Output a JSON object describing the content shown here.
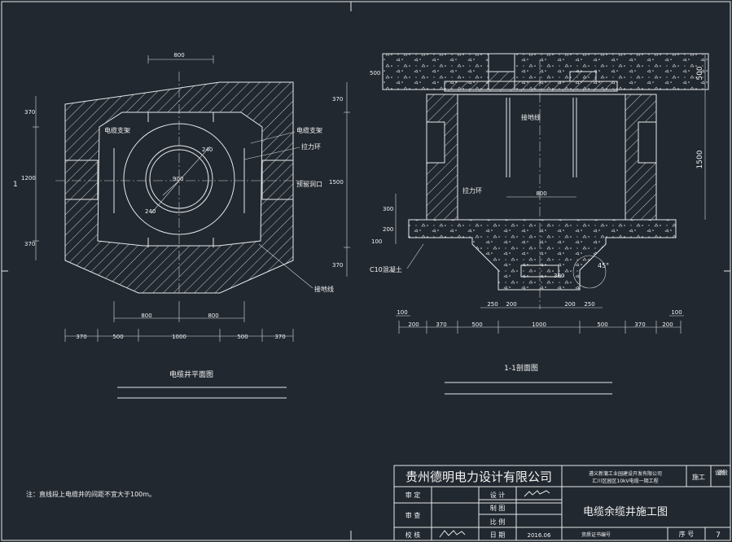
{
  "plan": {
    "title": "电缆井平面图",
    "labels": {
      "cable_bracket_left": "电缆支架",
      "cable_bracket_right": "电缆支架",
      "pull_ring": "拉力环",
      "reserved_hole": "预留洞口",
      "ground_wire": "接地线",
      "marker_1": "1"
    },
    "dims": {
      "top": "800",
      "left_top": "370",
      "left_mid": "1200",
      "left_bot": "370",
      "right_top": "370",
      "right_mid": "1500",
      "right_bot": "370",
      "r1": "240",
      "r2": "240",
      "d": "900",
      "bottom_row1": [
        "800",
        "800"
      ],
      "bottom_row2": [
        "370",
        "500",
        "1000",
        "500",
        "370"
      ]
    }
  },
  "section": {
    "title": "1-1剖面图",
    "labels": {
      "ground_wire": "接地线",
      "pull_ring": "拉力环",
      "c10": "C10混凝土",
      "angle": "45°"
    },
    "dims": {
      "left_top": "500",
      "right_top": "500",
      "right_mid": "1500",
      "left_300": "300",
      "left_200": "200",
      "left_100": "100",
      "inner_800": "800",
      "pit_300": "300",
      "row_a": [
        "250",
        "200",
        "200",
        "250"
      ],
      "row_b_left": "100",
      "row_b_right": "100",
      "row_c": [
        "200",
        "370",
        "500",
        "1000",
        "500",
        "370",
        "200"
      ]
    }
  },
  "note": "注：直线段上电缆井的间距不宜大于100m。",
  "title_block": {
    "company": "贵州德明电力设计有限公司",
    "project_line1": "遵义新蒲工业园建设开发有限公司",
    "project_line2": "汇川区园区10kV电缆一期工程",
    "stage_label": "施工",
    "stage_header": "设计阶段",
    "rows": {
      "review": "审 定",
      "check": "审 查",
      "proof": "校 核",
      "design": "设 计",
      "draw": "制 图",
      "scale": "比 例",
      "date": "日 期",
      "date_value": "2016.06",
      "cert": "资质证书编号",
      "serial": "序 号",
      "serial_value": "7"
    },
    "drawing_title": "电缆余缆井施工图"
  }
}
